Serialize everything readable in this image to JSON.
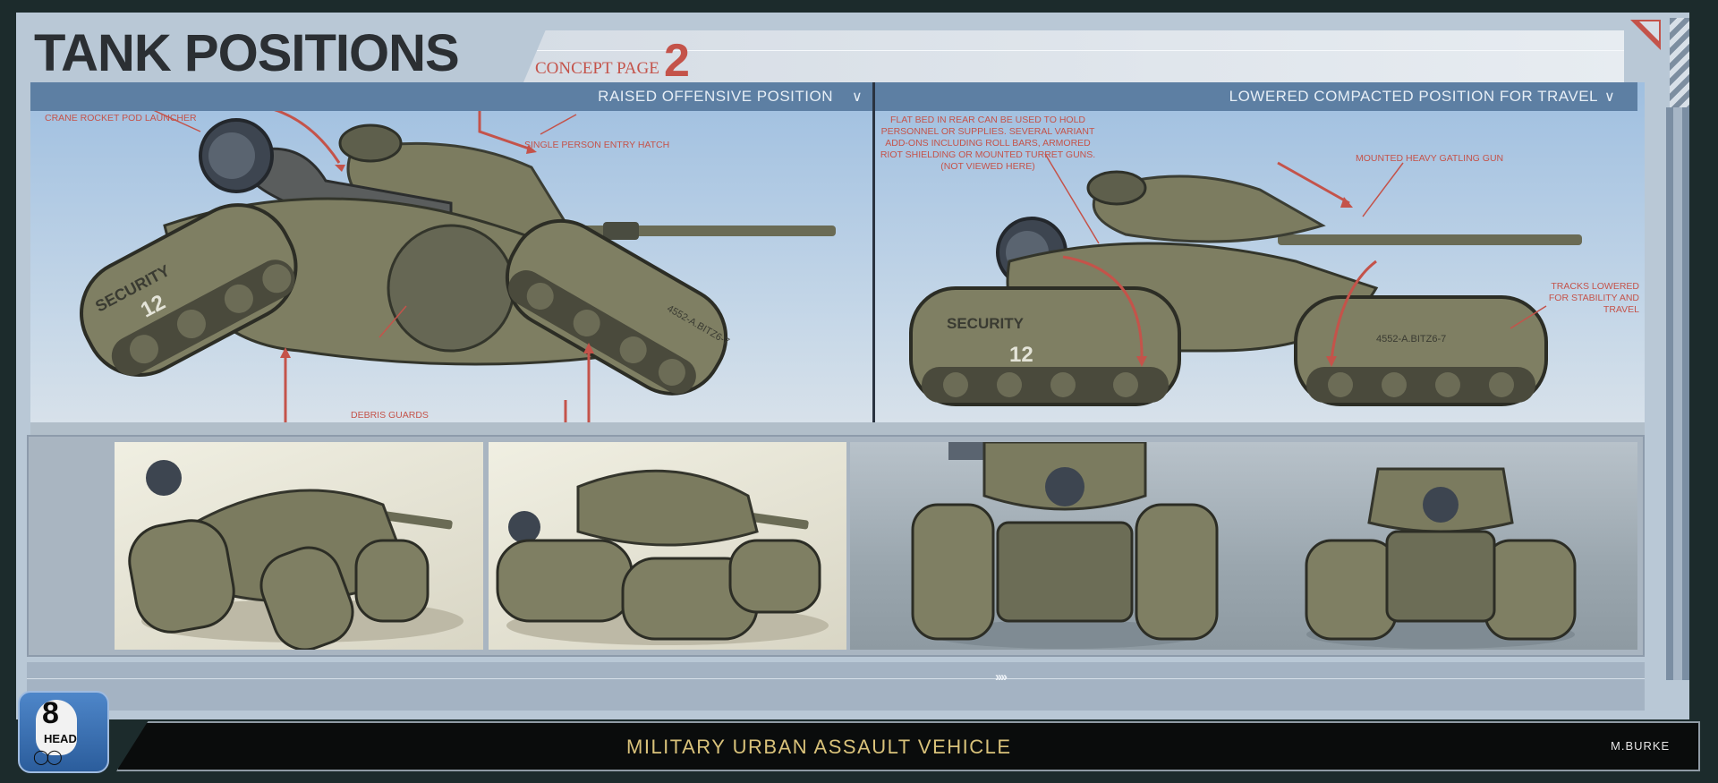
{
  "title": "TANK POSITIONS",
  "concept": {
    "label": "CONCEPT PAGE",
    "number": "2"
  },
  "panels": {
    "left_heading": "RAISED OFFENSIVE POSITION",
    "right_heading": "LOWERED COMPACTED POSITION FOR TRAVEL"
  },
  "annotations": {
    "crane": "CRANE ROCKET POD LAUNCHER",
    "hatch": "SINGLE PERSON ENTRY HATCH",
    "debris": "DEBRIS GUARDS",
    "flatbed": "FLAT BED IN REAR CAN BE USED TO HOLD PERSONNEL OR SUPPLIES. SEVERAL VARIANT ADD-ONS INCLUDING ROLL BARS, ARMORED RIOT SHIELDING OR MOUNTED TURRET GUNS. (NOT VIEWED HERE)",
    "gatling": "MOUNTED HEAVY GATLING GUN",
    "tracks": "TRACKS LOWERED FOR STABILITY AND TRAVEL"
  },
  "vehicle_markings": {
    "security": "SECURITY",
    "unit_number": "12",
    "serial": "4552-A.BITZ6-7"
  },
  "footer": {
    "title": "MILITARY URBAN ASSAULT VEHICLE",
    "author": "M.BURKE"
  },
  "logo": {
    "number": "8",
    "text": "HEAD"
  },
  "colors": {
    "accent": "#c4534a",
    "panel_blue": "#5d7fa3",
    "armor": "#7a7a5e",
    "footer_text": "#d9c27a"
  },
  "icons": [
    "chevron-down-icon",
    "arrow-right-icon",
    "hatch-pattern-icon",
    "corner-triangle-icon"
  ]
}
